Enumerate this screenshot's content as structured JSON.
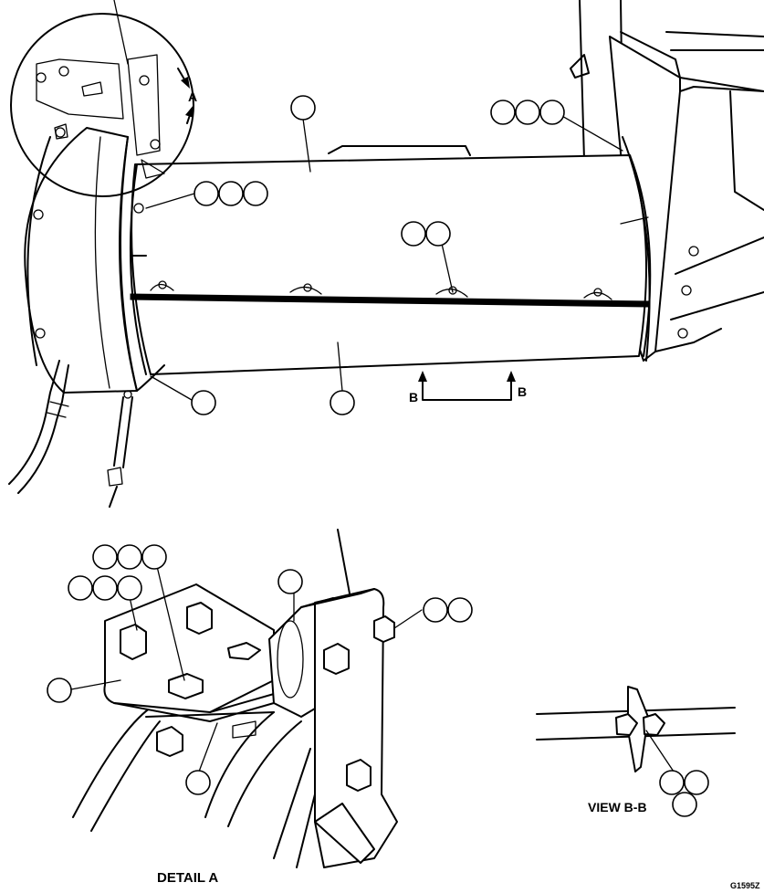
{
  "labels": {
    "view_a_marker": "A",
    "section_marker_left": "B",
    "section_marker_right": "B",
    "detail_title": "DETAIL A",
    "view_title": "VIEW B-B",
    "drawing_number": "G1595Z"
  },
  "colors": {
    "ink": "#000000",
    "paper": "#ffffff"
  }
}
